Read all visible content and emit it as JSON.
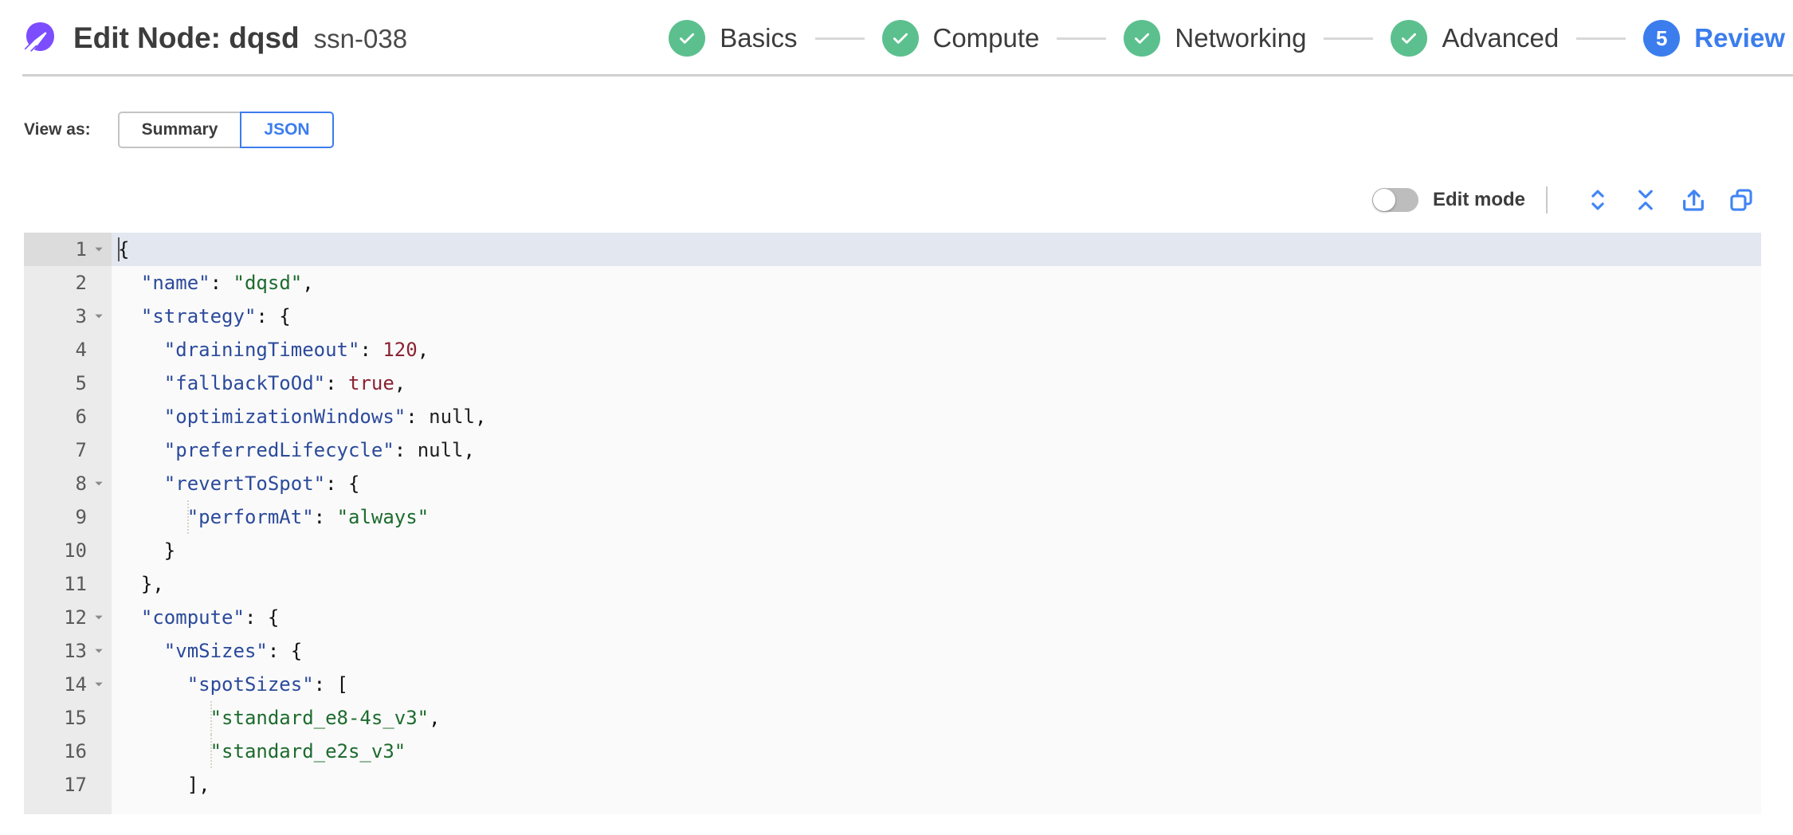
{
  "header": {
    "logo_icon": "spot-rocket-logo",
    "title": "Edit Node: dqsd",
    "subtitle": "ssn-038",
    "stepper": [
      {
        "label": "Basics",
        "state": "done",
        "badge": "check-icon"
      },
      {
        "label": "Compute",
        "state": "done",
        "badge": "check-icon"
      },
      {
        "label": "Networking",
        "state": "done",
        "badge": "check-icon"
      },
      {
        "label": "Advanced",
        "state": "done",
        "badge": "check-icon"
      },
      {
        "label": "Review",
        "state": "current",
        "badge": "5"
      }
    ]
  },
  "view_as": {
    "label": "View as:",
    "options": [
      {
        "label": "Summary",
        "active": false
      },
      {
        "label": "JSON",
        "active": true
      }
    ]
  },
  "editor_toolbar": {
    "edit_mode_label": "Edit mode",
    "edit_mode_on": false,
    "icons": [
      {
        "name": "expand-all-icon",
        "title": "Expand all"
      },
      {
        "name": "collapse-all-icon",
        "title": "Collapse all"
      },
      {
        "name": "share-icon",
        "title": "Share"
      },
      {
        "name": "copy-icon",
        "title": "Copy"
      }
    ]
  },
  "colors": {
    "accent_blue": "#3b7ded",
    "icon_blue": "#4285f4",
    "step_done_green": "#5cc08e",
    "logo_purple": "#7c4dff",
    "json_key": "#2b4a9b",
    "json_string": "#1d6b2e",
    "json_number": "#8a2233",
    "active_line": "#e2e7f0"
  },
  "code": {
    "language": "json",
    "active_line": 1,
    "lines": [
      {
        "n": 1,
        "fold": true,
        "indent": 0,
        "tokens": [
          {
            "t": "punct",
            "v": "{"
          }
        ]
      },
      {
        "n": 2,
        "fold": false,
        "indent": 1,
        "tokens": [
          {
            "t": "key",
            "v": "\"name\""
          },
          {
            "t": "punct",
            "v": ": "
          },
          {
            "t": "str",
            "v": "\"dqsd\""
          },
          {
            "t": "punct",
            "v": ","
          }
        ]
      },
      {
        "n": 3,
        "fold": true,
        "indent": 1,
        "tokens": [
          {
            "t": "key",
            "v": "\"strategy\""
          },
          {
            "t": "punct",
            "v": ": {"
          }
        ]
      },
      {
        "n": 4,
        "fold": false,
        "indent": 2,
        "tokens": [
          {
            "t": "key",
            "v": "\"drainingTimeout\""
          },
          {
            "t": "punct",
            "v": ": "
          },
          {
            "t": "num",
            "v": "120"
          },
          {
            "t": "punct",
            "v": ","
          }
        ]
      },
      {
        "n": 5,
        "fold": false,
        "indent": 2,
        "tokens": [
          {
            "t": "key",
            "v": "\"fallbackToOd\""
          },
          {
            "t": "punct",
            "v": ": "
          },
          {
            "t": "bool",
            "v": "true"
          },
          {
            "t": "punct",
            "v": ","
          }
        ]
      },
      {
        "n": 6,
        "fold": false,
        "indent": 2,
        "tokens": [
          {
            "t": "key",
            "v": "\"optimizationWindows\""
          },
          {
            "t": "punct",
            "v": ": "
          },
          {
            "t": "null",
            "v": "null"
          },
          {
            "t": "punct",
            "v": ","
          }
        ]
      },
      {
        "n": 7,
        "fold": false,
        "indent": 2,
        "tokens": [
          {
            "t": "key",
            "v": "\"preferredLifecycle\""
          },
          {
            "t": "punct",
            "v": ": "
          },
          {
            "t": "null",
            "v": "null"
          },
          {
            "t": "punct",
            "v": ","
          }
        ]
      },
      {
        "n": 8,
        "fold": true,
        "indent": 2,
        "tokens": [
          {
            "t": "key",
            "v": "\"revertToSpot\""
          },
          {
            "t": "punct",
            "v": ": {"
          }
        ]
      },
      {
        "n": 9,
        "fold": false,
        "indent": 3,
        "tokens": [
          {
            "t": "key",
            "v": "\"performAt\""
          },
          {
            "t": "punct",
            "v": ": "
          },
          {
            "t": "str",
            "v": "\"always\""
          }
        ]
      },
      {
        "n": 10,
        "fold": false,
        "indent": 2,
        "tokens": [
          {
            "t": "punct",
            "v": "}"
          }
        ]
      },
      {
        "n": 11,
        "fold": false,
        "indent": 1,
        "tokens": [
          {
            "t": "punct",
            "v": "},"
          }
        ]
      },
      {
        "n": 12,
        "fold": true,
        "indent": 1,
        "tokens": [
          {
            "t": "key",
            "v": "\"compute\""
          },
          {
            "t": "punct",
            "v": ": {"
          }
        ]
      },
      {
        "n": 13,
        "fold": true,
        "indent": 2,
        "tokens": [
          {
            "t": "key",
            "v": "\"vmSizes\""
          },
          {
            "t": "punct",
            "v": ": {"
          }
        ]
      },
      {
        "n": 14,
        "fold": true,
        "indent": 3,
        "tokens": [
          {
            "t": "key",
            "v": "\"spotSizes\""
          },
          {
            "t": "punct",
            "v": ": ["
          }
        ]
      },
      {
        "n": 15,
        "fold": false,
        "indent": 4,
        "tokens": [
          {
            "t": "str",
            "v": "\"standard_e8-4s_v3\""
          },
          {
            "t": "punct",
            "v": ","
          }
        ]
      },
      {
        "n": 16,
        "fold": false,
        "indent": 4,
        "tokens": [
          {
            "t": "str",
            "v": "\"standard_e2s_v3\""
          }
        ]
      },
      {
        "n": 17,
        "fold": false,
        "indent": 3,
        "tokens": [
          {
            "t": "punct",
            "v": "],"
          }
        ]
      }
    ]
  }
}
